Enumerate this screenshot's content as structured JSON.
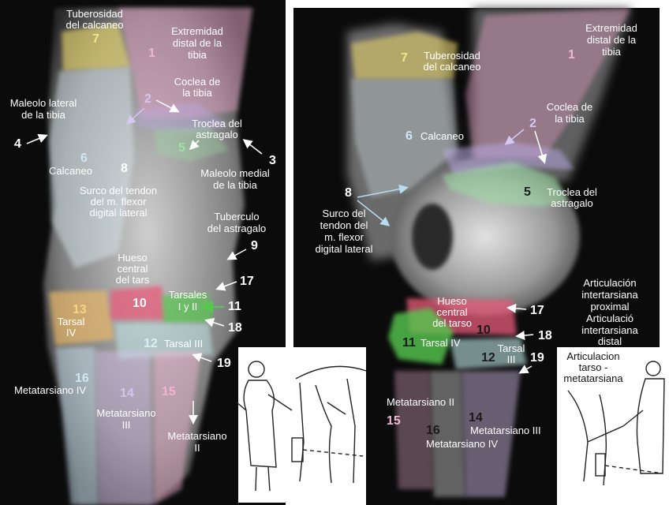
{
  "colors": {
    "background": "#ffffff",
    "film": "#0b0b0b",
    "label_text": "#ffffff",
    "tibia": "#e9a0c7",
    "calcaneus": "#d8e6ec",
    "calcaneal_tuber": "#e4d26a",
    "tibial_cochlea": "#b8a8e0",
    "talus_trochlea": "#9ee0a6",
    "central_tarsal": "#e85c7a",
    "tarsal_1_2": "#57c84f",
    "tarsal_4": "#e8b768",
    "tarsal_3": "#bfe6e6",
    "metatarsal_4": "#cfe7f5",
    "metatarsal_3": "#d9c3ee",
    "metatarsal_2": "#f0b6d0"
  },
  "left_panel": {
    "labels": {
      "calcaneal_tuber": [
        "Tuberosidad",
        "del calcaneo"
      ],
      "distal_tibia": [
        "Extremidad",
        "distal de la",
        "tibia"
      ],
      "tibial_cochlea": [
        "Coclea de",
        "la tibia"
      ],
      "lateral_malleolus": [
        "Maleolo lateral",
        "de la tibia"
      ],
      "talus_trochlea": [
        "Troclea del",
        "astragalo"
      ],
      "calcaneus": [
        "Calcaneo"
      ],
      "medial_malleolus": [
        "Maleolo medial",
        "de la tibia"
      ],
      "flexor_groove": [
        "Surco del tendon",
        "del m. flexor",
        "digital lateral"
      ],
      "talus_tubercle": [
        "Tuberculo",
        "del astragalo"
      ],
      "central_tarsal": [
        "Hueso",
        "central",
        "del tars"
      ],
      "tarsal_1_2": [
        "Tarsales",
        "I y II"
      ],
      "tarsal_4": [
        "Tarsal",
        "IV"
      ],
      "tarsal_3": [
        "Tarsal III"
      ],
      "metatarsal_4": [
        "Metatarsiano IV"
      ],
      "metatarsal_3": [
        "Metatarsiano",
        "III"
      ],
      "metatarsal_2": [
        "Metatarsiano",
        "II"
      ]
    },
    "numbers": [
      "1",
      "2",
      "3",
      "4",
      "5",
      "6",
      "7",
      "8",
      "9",
      "10",
      "11",
      "12",
      "13",
      "14",
      "15",
      "16",
      "17",
      "18",
      "19"
    ]
  },
  "right_panel": {
    "labels": {
      "calcaneal_tuber": [
        "Tuberosidad",
        "del calcaneo"
      ],
      "distal_tibia": [
        "Extremidad",
        "distal de la",
        "tibia"
      ],
      "tibial_cochlea": [
        "Coclea de",
        "la tibia"
      ],
      "calcaneus": [
        "Calcaneo"
      ],
      "talus_trochlea": [
        "Troclea del",
        "astragalo"
      ],
      "flexor_groove": [
        "Surco del",
        "tendon del",
        "m. flexor",
        "digital lateral"
      ],
      "proximal_intertarsal": [
        "Articulación",
        "intertarsiana",
        "proximal"
      ],
      "distal_intertarsal": [
        "Articulació",
        "intertarsiana",
        "distal"
      ],
      "central_tarsal": [
        "Hueso",
        "central",
        "del tarso"
      ],
      "tarsal_4": [
        "Tarsal IV"
      ],
      "tarsal_3": [
        "Tarsal",
        "III"
      ],
      "metatarsal_2": [
        "Metatarsiano II"
      ],
      "metatarsal_3": [
        "Metatarsiano III"
      ],
      "metatarsal_4": [
        "Metatarsiano IV"
      ],
      "tarsometatarsal": [
        "Articulacion",
        "tarso -",
        "metatarsiana"
      ]
    },
    "numbers": [
      "1",
      "2",
      "5",
      "6",
      "7",
      "8",
      "10",
      "11",
      "12",
      "14",
      "15",
      "16",
      "17",
      "18",
      "19"
    ]
  },
  "sketches": {
    "left_sketch": "operator-lateral-view-illustration",
    "right_sketch": "operator-oblique-view-illustration"
  }
}
